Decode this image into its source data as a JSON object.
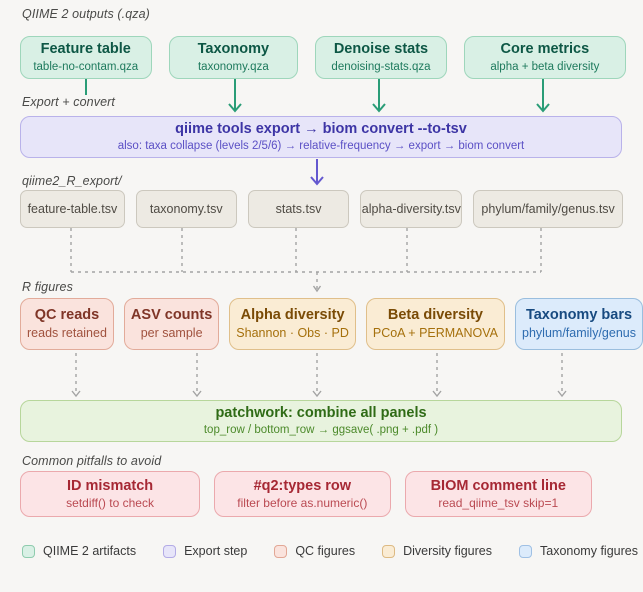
{
  "labels": {
    "outputs": "QIIME 2 outputs (.qza)",
    "export": "Export + convert",
    "export_dir": "qiime2_R_export/",
    "figures": "R figures",
    "pitfalls": "Common pitfalls to avoid"
  },
  "artifacts": [
    {
      "title": "Feature table",
      "subtitle": "table-no-contam.qza"
    },
    {
      "title": "Taxonomy",
      "subtitle": "taxonomy.qza"
    },
    {
      "title": "Denoise stats",
      "subtitle": "denoising-stats.qza"
    },
    {
      "title": "Core metrics",
      "subtitle": "alpha + beta diversity"
    }
  ],
  "export_step": {
    "title": "qiime tools export → biom convert --to-tsv",
    "subtitle": "also: taxa collapse (levels 2/5/6) → relative-frequency → export → biom convert"
  },
  "tsv_files": [
    "feature-table.tsv",
    "taxonomy.tsv",
    "stats.tsv",
    "alpha-diversity.tsv",
    "phylum/family/genus.tsv"
  ],
  "figures": [
    {
      "title": "QC reads",
      "subtitle": "reads retained",
      "category": "qc"
    },
    {
      "title": "ASV counts",
      "subtitle": "per sample",
      "category": "qc"
    },
    {
      "title": "Alpha diversity",
      "subtitle": "Shannon · Obs · PD",
      "category": "diversity"
    },
    {
      "title": "Beta diversity",
      "subtitle": "PCoA + PERMANOVA",
      "category": "diversity"
    },
    {
      "title": "Taxonomy bars",
      "subtitle": "phylum/family/genus",
      "category": "taxonomy"
    }
  ],
  "combine": {
    "title": "patchwork: combine all panels",
    "subtitle": "top_row / bottom_row → ggsave( .png + .pdf )"
  },
  "pitfalls": [
    {
      "title": "ID mismatch",
      "subtitle": "setdiff() to check"
    },
    {
      "title": "#q2:types row",
      "subtitle": "filter before as.numeric()"
    },
    {
      "title": "BIOM comment line",
      "subtitle": "read_qiime_tsv skip=1"
    }
  ],
  "legend": [
    {
      "label": "QIIME 2 artifacts",
      "color": "#d9f0e5"
    },
    {
      "label": "Export step",
      "color": "#e7e5f9"
    },
    {
      "label": "QC figures",
      "color": "#fae3dd"
    },
    {
      "label": "Diversity figures",
      "color": "#faecd4"
    },
    {
      "label": "Taxonomy figures",
      "color": "#dcebfb"
    }
  ],
  "colors": {
    "arrow_green": "#2a9d77",
    "arrow_purple": "#6458cf",
    "dashed_gray": "#a3a3a3",
    "background": "#f7f6f4"
  }
}
